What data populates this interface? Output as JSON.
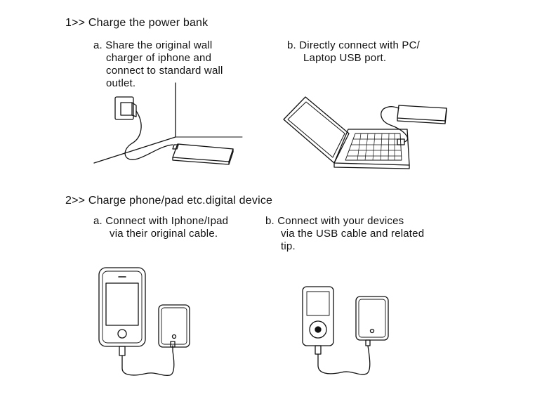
{
  "section1": {
    "heading": "1>> Charge the power bank",
    "a": {
      "line1": "a. Share the original wall",
      "line2": "charger of iphone and",
      "line3": "connect to standard wall",
      "line4": "outlet."
    },
    "b": {
      "line1": "b. Directly connect with PC/",
      "line2": "Laptop USB port."
    }
  },
  "section2": {
    "heading": "2>> Charge phone/pad etc.digital device",
    "a": {
      "line1": "a. Connect with Iphone/Ipad",
      "line2": "via their original cable."
    },
    "b": {
      "line1": "b. Connect with your devices",
      "line2": "via the USB cable and related",
      "line3": "tip."
    }
  },
  "colors": {
    "ink": "#111111",
    "background": "#ffffff"
  }
}
